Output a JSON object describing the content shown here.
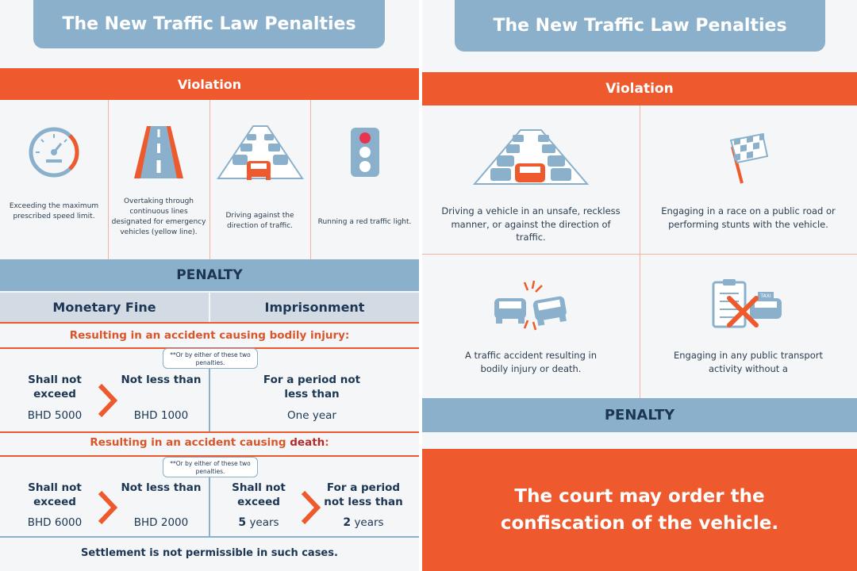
{
  "left": {
    "title": "The New Traffic Law Penalties",
    "violation_label": "Violation",
    "violations": [
      {
        "icon": "speedometer-icon",
        "text": "Exceeding the maximum prescribed speed limit."
      },
      {
        "icon": "road-lines-icon",
        "text": "Overtaking through continuous lines designated for emergency vehicles (yellow line)."
      },
      {
        "icon": "traffic-wrong-direction-icon",
        "text": "Driving against the direction of traffic."
      },
      {
        "icon": "traffic-light-icon",
        "text": "Running a red traffic light."
      }
    ],
    "penalty_label": "PENALTY",
    "col_fine": "Monetary Fine",
    "col_prison": "Imprisonment",
    "injury": {
      "heading": "Resulting in an accident causing bodily injury:",
      "note": "**Or by either of these two penalties.",
      "fine_max_label": "Shall not exceed",
      "fine_max_value": "BHD 5000",
      "fine_min_label": "Not less than",
      "fine_min_value": "BHD 1000",
      "prison_label": "For a period not less than",
      "prison_value": "One year"
    },
    "death": {
      "heading_prefix": "Resulting in an accident causing ",
      "heading_emph": "death",
      "heading_suffix": ":",
      "note": "**Or by either of these two penalties.",
      "fine_max_label": "Shall not exceed",
      "fine_max_value": "BHD 6000",
      "fine_min_label": "Not less than",
      "fine_min_value": "BHD 2000",
      "prison_max_label": "Shall not exceed",
      "prison_max_num": "5",
      "prison_max_unit": "years",
      "prison_min_label": "For a period not less than",
      "prison_min_num": "2",
      "prison_min_unit": "years"
    },
    "settlement": "Settlement is not permissible in such cases."
  },
  "right": {
    "title": "The New Traffic Law Penalties",
    "violation_label": "Violation",
    "violations": [
      {
        "icon": "reckless-traffic-icon",
        "text": "Driving a vehicle in an unsafe, reckless manner, or against the direction of traffic."
      },
      {
        "icon": "checkered-flag-icon",
        "text": "Engaging in a race on a public road or performing stunts with the vehicle."
      },
      {
        "icon": "car-crash-icon",
        "text": "A traffic accident resulting in bodily injury or death."
      },
      {
        "icon": "taxi-prohibited-icon",
        "text": "Engaging in any public transport activity without a"
      }
    ],
    "penalty_label": "PENALTY",
    "confiscation": "The court may order the confiscation of the vehicle."
  },
  "colors": {
    "orange": "#ee5a2d",
    "steel_blue": "#8ab0cc",
    "navy": "#1c3653",
    "light_gray_blue": "#d2dbe4",
    "background": "#f4f6f8"
  }
}
